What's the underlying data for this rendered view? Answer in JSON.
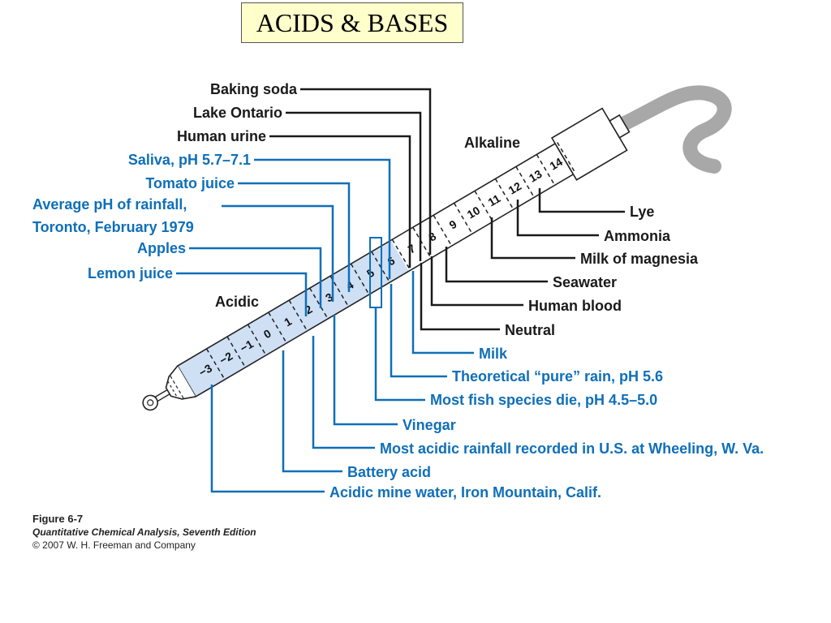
{
  "slide_title": "ACIDS & BASES",
  "regions": {
    "acidic": "Acidic",
    "alkaline": "Alkaline"
  },
  "scale_ticks": [
    "−3",
    "−2",
    "−1",
    "0",
    "1",
    "2",
    "3",
    "4",
    "5",
    "6",
    "7",
    "8",
    "9",
    "10",
    "11",
    "12",
    "13",
    "14"
  ],
  "labels_left": [
    {
      "id": "baking-soda",
      "text": "Baking soda",
      "color": "black"
    },
    {
      "id": "lake-ontario",
      "text": "Lake Ontario",
      "color": "black"
    },
    {
      "id": "human-urine",
      "text": "Human urine",
      "color": "black"
    },
    {
      "id": "saliva",
      "text": "Saliva, pH 5.7–7.1",
      "color": "blue"
    },
    {
      "id": "tomato-juice",
      "text": "Tomato juice",
      "color": "blue"
    },
    {
      "id": "rainfall-line1",
      "text": "Average pH of rainfall,",
      "color": "blue"
    },
    {
      "id": "rainfall-line2",
      "text": "Toronto, February 1979",
      "color": "blue"
    },
    {
      "id": "apples",
      "text": "Apples",
      "color": "blue"
    },
    {
      "id": "lemon-juice",
      "text": "Lemon juice",
      "color": "blue"
    }
  ],
  "labels_right": [
    {
      "id": "lye",
      "text": "Lye",
      "color": "black"
    },
    {
      "id": "ammonia",
      "text": "Ammonia",
      "color": "black"
    },
    {
      "id": "milk-of-magnesia",
      "text": "Milk of magnesia",
      "color": "black"
    },
    {
      "id": "seawater",
      "text": "Seawater",
      "color": "black"
    },
    {
      "id": "human-blood",
      "text": "Human blood",
      "color": "black"
    },
    {
      "id": "neutral",
      "text": "Neutral",
      "color": "black"
    }
  ],
  "labels_bottom": [
    {
      "id": "milk",
      "text": "Milk",
      "color": "blue"
    },
    {
      "id": "pure-rain",
      "text": "Theoretical “pure” rain, pH 5.6",
      "color": "blue"
    },
    {
      "id": "fish-die",
      "text": "Most fish species die, pH 4.5–5.0",
      "color": "blue"
    },
    {
      "id": "vinegar",
      "text": "Vinegar",
      "color": "blue"
    },
    {
      "id": "acidic-rainfall",
      "text": "Most acidic rainfall recorded in U.S. at Wheeling, W. Va.",
      "color": "blue"
    },
    {
      "id": "battery-acid",
      "text": "Battery acid",
      "color": "blue"
    },
    {
      "id": "mine-water",
      "text": "Acidic mine water, Iron Mountain, Calif.",
      "color": "blue"
    }
  ],
  "caption": {
    "figure": "Figure 6-7",
    "book": "Quantitative Chemical Analysis, Seventh Edition",
    "copyright": "© 2007 W. H. Freeman and Company"
  },
  "colors": {
    "acid_fill": "#cfe0f5",
    "blue_label": "#0f6fb8",
    "black_label": "#1a1a1a",
    "cable": "#a8a8a8",
    "title_bg": "#ffffcc"
  }
}
